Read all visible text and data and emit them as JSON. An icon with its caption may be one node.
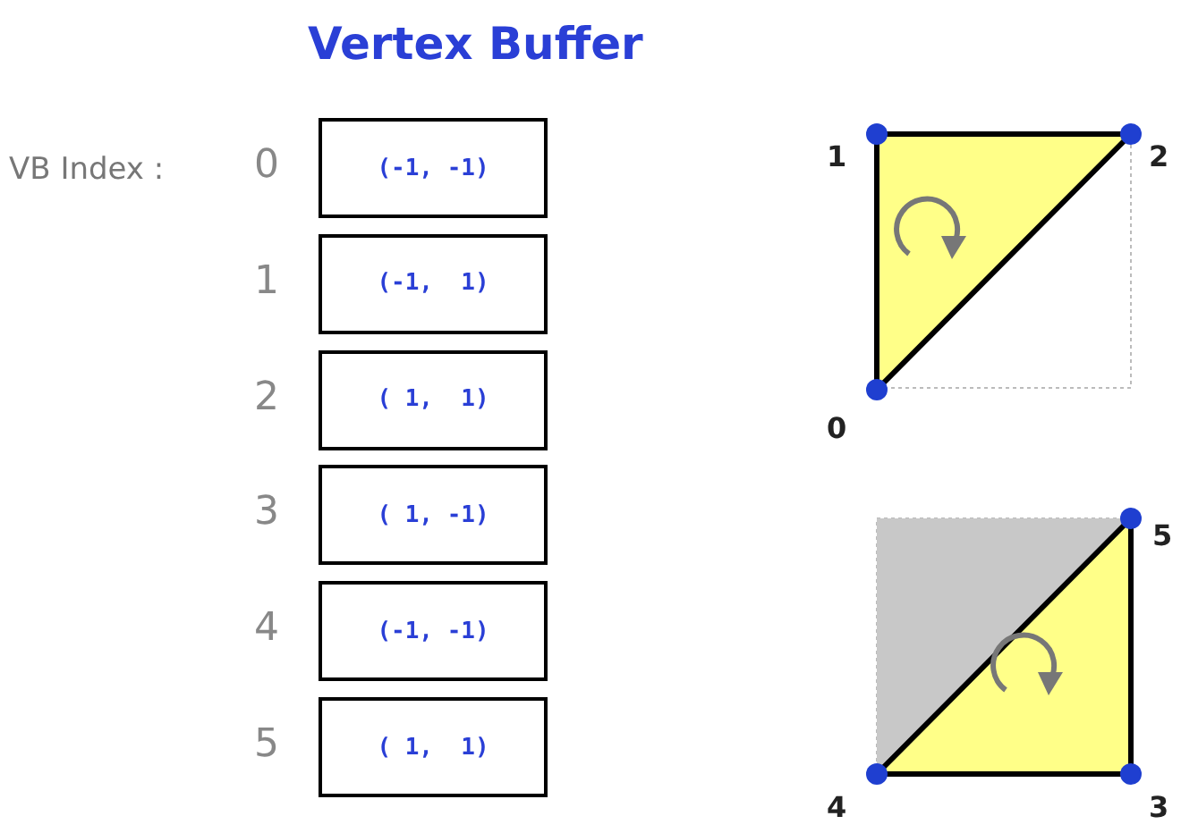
{
  "diagram": {
    "title": "Vertex Buffer",
    "nodes": [
      {
        "text": [
          "(-1, -1)"
        ],
        "beside": [
          "0"
        ]
      },
      {
        "text": [
          "(-1,  1)"
        ],
        "beside": [
          "1"
        ]
      },
      {
        "text": [
          "( 1,  1)"
        ],
        "beside": [
          "2"
        ]
      },
      {
        "text": [
          "( 1, -1)"
        ],
        "beside": [
          "3"
        ]
      },
      {
        "text": [
          "(-1, -1)"
        ],
        "beside": [
          "4"
        ]
      },
      {
        "text": [
          "( 1,  1)"
        ],
        "beside": [
          "5"
        ]
      }
    ],
    "labels": [
      "VB Index :",
      "1",
      "2",
      "0",
      "5",
      "4",
      "3"
    ]
  }
}
